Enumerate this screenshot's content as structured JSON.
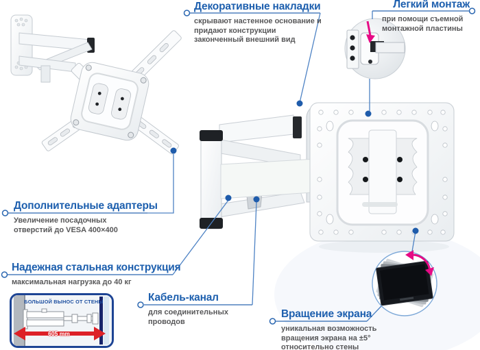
{
  "colors": {
    "accent_blue": "#1d5fae",
    "connector_blue": "#4d82c4",
    "text_dark": "#3a3a3c",
    "magenta_arrow": "#e60a85",
    "red_arrow": "#dd2127",
    "box_border_navy": "#1d4494",
    "tv_navy": "#17246b"
  },
  "callouts": [
    {
      "id": "decorative-covers",
      "title": "Декоративные накладки",
      "description": "скрывают настенное основание и\nпридают конструкции\nзаконченный внешний вид"
    },
    {
      "id": "easy-mounting",
      "title": "Легкий монтаж",
      "description": "при помощи съемной\nмонтажной пластины"
    },
    {
      "id": "extra-adapters",
      "title": "Дополнительные адаптеры",
      "description": "Увеличение посадочных\nотверстий до VESA 400×400"
    },
    {
      "id": "steel-construction",
      "title": "Надежная стальная конструкция",
      "description": "максимальная нагрузка до 40 кг"
    },
    {
      "id": "cable-channel",
      "title": "Кабель-канал",
      "description": "для соединительных\nпроводов"
    },
    {
      "id": "screen-rotation",
      "title": "Вращение экрана",
      "description": "уникальная возможность\nвращения экрана на ±5°\nотносительно стены"
    }
  ],
  "feature_box": {
    "title": "БОЛЬШОЙ ВЫНОС ОТ СТЕНЫ",
    "measurement": "605 mm"
  }
}
